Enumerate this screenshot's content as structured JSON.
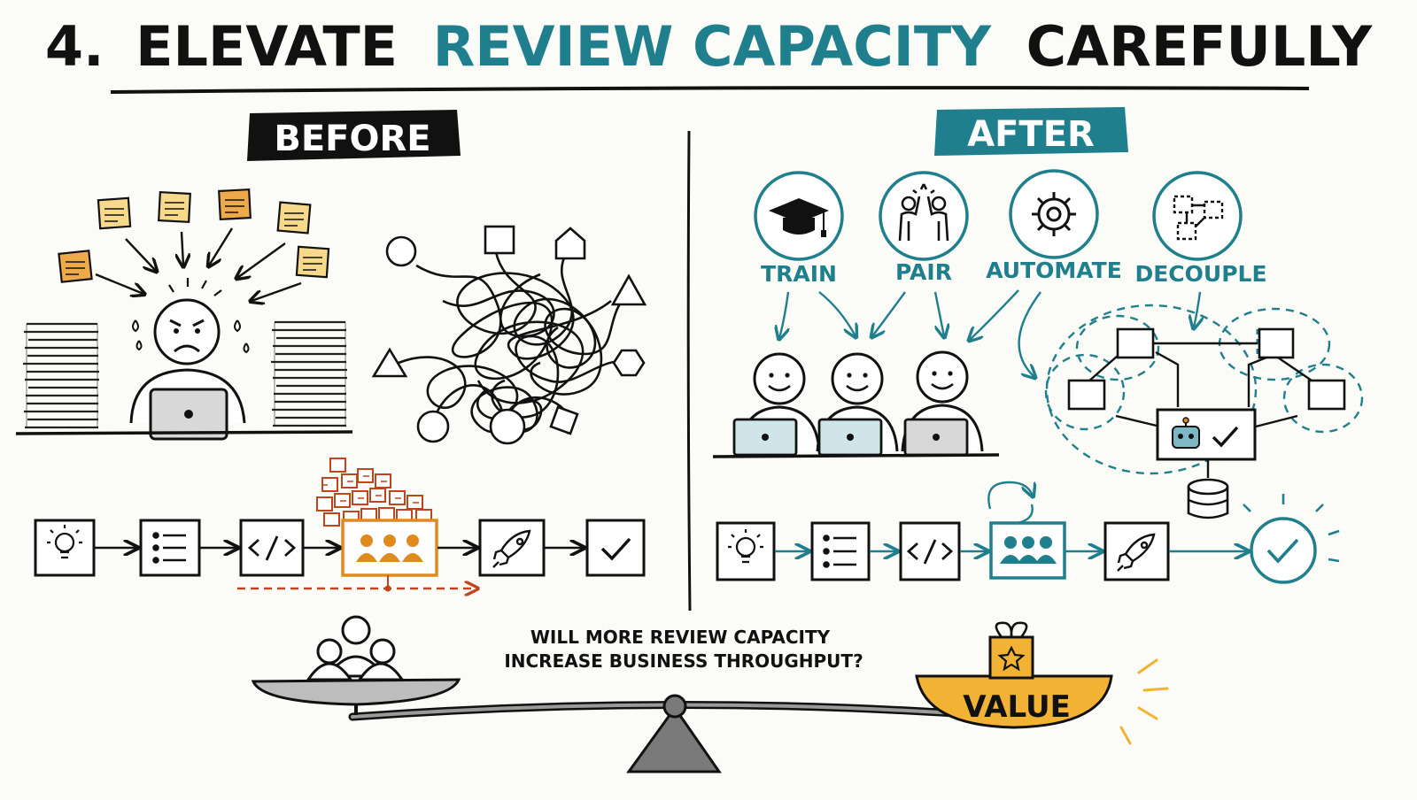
{
  "title": {
    "number": "4.",
    "prefix": "ELEVATE",
    "highlight": "REVIEW CAPACITY",
    "suffix": "CAREFULLY"
  },
  "before": {
    "label": "BEFORE"
  },
  "after": {
    "label": "AFTER",
    "levers": [
      {
        "label": "TRAIN",
        "icon": "graduation-cap-icon"
      },
      {
        "label": "PAIR",
        "icon": "high-five-icon"
      },
      {
        "label": "AUTOMATE",
        "icon": "gear-icon"
      },
      {
        "label": "DECOUPLE",
        "icon": "modules-icon"
      }
    ]
  },
  "pipeline_steps": [
    {
      "icon": "lightbulb-icon"
    },
    {
      "icon": "list-icon"
    },
    {
      "icon": "code-icon"
    },
    {
      "icon": "review-team-icon"
    },
    {
      "icon": "rocket-icon"
    },
    {
      "icon": "checkmark-icon"
    }
  ],
  "question": {
    "line1": "WILL MORE REVIEW CAPACITY",
    "line2": "INCREASE BUSINESS THROUGHPUT?"
  },
  "scale": {
    "value_label": "VALUE"
  },
  "colors": {
    "ink": "#111111",
    "teal": "#1f7f8c",
    "orange": "#e08a1e",
    "rust": "#c0451d",
    "gold": "#f2b233",
    "note": "#f6d98a"
  }
}
